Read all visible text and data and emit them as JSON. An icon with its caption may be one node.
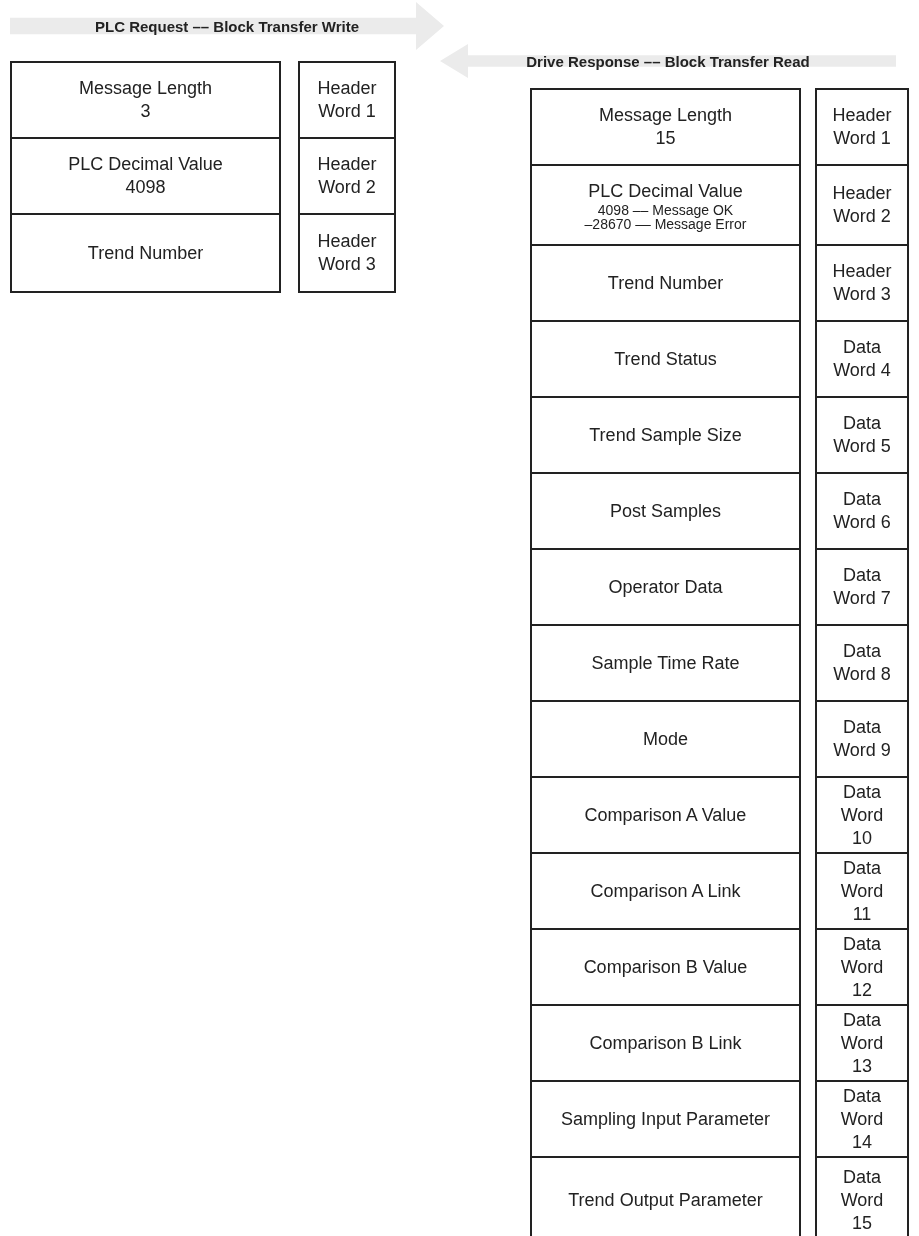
{
  "diagram": {
    "nodes": [
      {
        "text": [
          "PLC Request –– Block Transfer Write"
        ]
      },
      {
        "text": [
          "Message Length",
          "3"
        ]
      },
      {
        "text": [
          "Header Word 1"
        ]
      },
      {
        "text": [
          "PLC Decimal Value",
          "4098"
        ]
      },
      {
        "text": [
          "Header Word 2"
        ]
      },
      {
        "text": [
          "Trend Number"
        ]
      },
      {
        "text": [
          "Header Word 3"
        ]
      },
      {
        "text": [
          "Drive Response –– Block Transfer Read"
        ]
      },
      {
        "text": [
          "Message Length",
          "15"
        ]
      },
      {
        "text": [
          "Header Word 1"
        ]
      },
      {
        "text": [
          "PLC Decimal Value",
          "4098 –– Message OK",
          "–28670 –– Message Error"
        ]
      },
      {
        "text": [
          "Header Word 2"
        ]
      },
      {
        "text": [
          "Trend Number"
        ]
      },
      {
        "text": [
          "Header Word 3"
        ]
      },
      {
        "text": [
          "Trend Status"
        ]
      },
      {
        "text": [
          "Data Word 4"
        ]
      },
      {
        "text": [
          "Trend Sample Size"
        ]
      },
      {
        "text": [
          "Data Word 5"
        ]
      },
      {
        "text": [
          "Post Samples"
        ]
      },
      {
        "text": [
          "Data Word 6"
        ]
      },
      {
        "text": [
          "Operator Data"
        ]
      },
      {
        "text": [
          "Data Word 7"
        ]
      },
      {
        "text": [
          "Sample Time Rate"
        ]
      },
      {
        "text": [
          "Data Word 8"
        ]
      },
      {
        "text": [
          "Mode"
        ]
      },
      {
        "text": [
          "Data Word 9"
        ]
      },
      {
        "text": [
          "Comparison A Value"
        ]
      },
      {
        "text": [
          "Data Word 10"
        ]
      },
      {
        "text": [
          "Comparison A Link"
        ]
      },
      {
        "text": [
          "Data Word 11"
        ]
      },
      {
        "text": [
          "Comparison B Value"
        ]
      },
      {
        "text": [
          "Data Word 12"
        ]
      },
      {
        "text": [
          "Comparison B Link"
        ]
      },
      {
        "text": [
          "Data Word 13"
        ]
      },
      {
        "text": [
          "Sampling Input Parameter"
        ]
      },
      {
        "text": [
          "Data Word 14"
        ]
      },
      {
        "text": [
          "Trend Output Parameter"
        ]
      },
      {
        "text": [
          "Data Word 15"
        ]
      }
    ],
    "edges": []
  }
}
